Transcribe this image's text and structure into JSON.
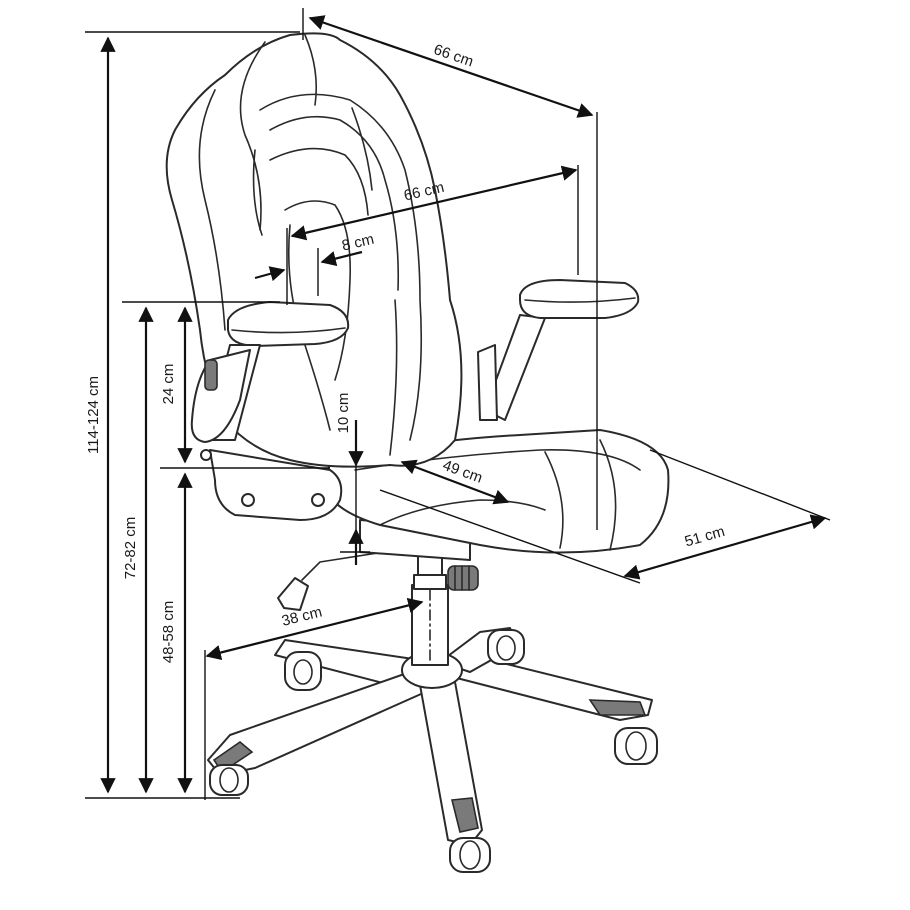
{
  "diagram": {
    "subject": "office-chair-dimension-drawing",
    "colors": {
      "line": "#2a2a2a",
      "dimension": "#111111",
      "shade": "#7a7a7a",
      "background": "#ffffff"
    },
    "dimensions": {
      "total_height": "114-124 cm",
      "armrest_height": "72-82 cm",
      "seat_height": "48-58 cm",
      "armrest_above_seat": "24 cm",
      "seat_lift": "10 cm",
      "overall_width": "66 cm",
      "armrest_span": "66 cm",
      "armrest_width": "8 cm",
      "seat_depth": "49 cm",
      "seat_width": "51 cm",
      "seat_cushion_depth": "38 cm"
    }
  }
}
